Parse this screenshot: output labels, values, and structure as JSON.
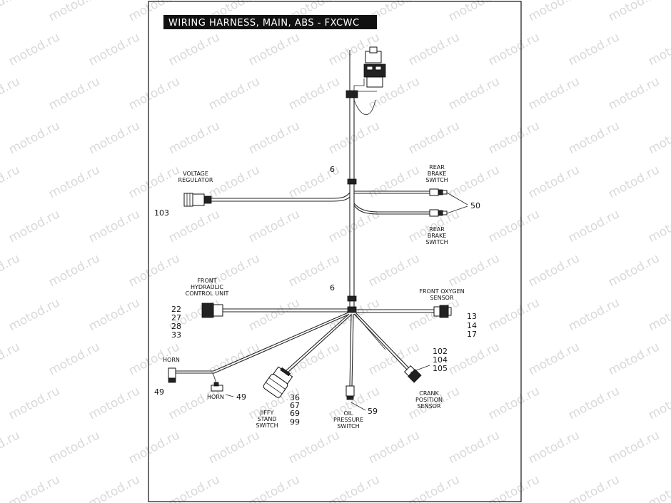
{
  "title": "WIRING HARNESS, MAIN, ABS - FXCWC",
  "watermark": "motod.ru",
  "components": {
    "voltage_regulator": {
      "label": [
        "VOLTAGE",
        "REGULATOR"
      ],
      "refs": [
        "103"
      ]
    },
    "rear_brake_switch_upper": {
      "label": [
        "REAR",
        "BRAKE",
        "SWITCH"
      ]
    },
    "rear_brake_switch_lower": {
      "label": [
        "REAR",
        "BRAKE",
        "SWITCH"
      ]
    },
    "rear_brake_switch_ref": {
      "refs": [
        "50"
      ]
    },
    "clip_upper": {
      "refs": [
        "6"
      ]
    },
    "clip_lower": {
      "refs": [
        "6"
      ]
    },
    "front_hydraulic_control_unit": {
      "label": [
        "FRONT",
        "HYDRAULIC",
        "CONTROL UNIT"
      ],
      "refs": [
        "22",
        "27",
        "28",
        "33"
      ]
    },
    "front_oxygen_sensor": {
      "label": [
        "FRONT OXYGEN",
        "SENSOR"
      ],
      "refs": [
        "13",
        "14",
        "17"
      ]
    },
    "horn_left": {
      "label": [
        "HORN"
      ],
      "refs": [
        "49"
      ]
    },
    "horn_right": {
      "label": [
        "HORN"
      ],
      "refs": [
        "49"
      ]
    },
    "jiffy_stand_switch": {
      "label": [
        "JIFFY",
        "STAND",
        "SWITCH"
      ],
      "refs": [
        "36",
        "67",
        "69",
        "99"
      ]
    },
    "oil_pressure_switch": {
      "label": [
        "OIL",
        "PRESSURE",
        "SWITCH"
      ],
      "refs": [
        "59"
      ]
    },
    "crank_position_sensor": {
      "label": [
        "CRANK",
        "POSITION",
        "SENSOR"
      ],
      "refs": [
        "102",
        "104",
        "105"
      ]
    }
  }
}
